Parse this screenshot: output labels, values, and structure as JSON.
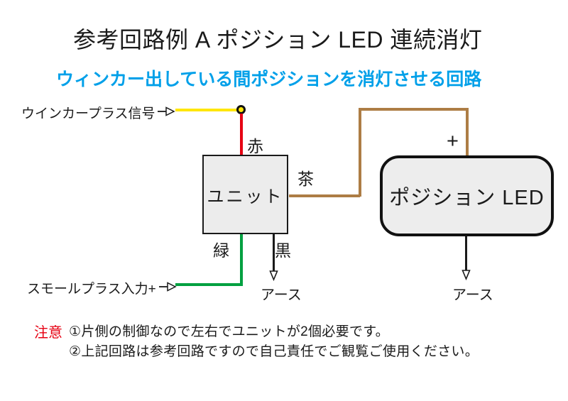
{
  "title": "参考回路例 A ポジション LED 連続消灯",
  "subtitle": "ウィンカー出している間ポジションを消灯させる回路",
  "inputs": {
    "winker_signal": "ウインカープラス信号",
    "small_plus": "スモールプラス入力+"
  },
  "components": {
    "unit": "ユニット",
    "led": "ポジション LED"
  },
  "wire_labels": {
    "red": "赤",
    "brown": "茶",
    "green": "緑",
    "black": "黒",
    "plus": "+",
    "ground_unit": "アース",
    "ground_led": "アース"
  },
  "notes": {
    "heading": "注意",
    "line1": "①片側の制御なので左右でユニットが2個必要です。",
    "line2": "②上記回路は参考回路ですので自己責任でご観覧ご使用ください。"
  },
  "colors": {
    "subtitle_blue": "#00a0e9",
    "notice_red": "#e60012",
    "wire_yellow": "#ffe60a",
    "wire_red": "#e60012",
    "wire_brown": "#ad7d45",
    "wire_green": "#00a040",
    "wire_black": "#1a1a1a",
    "box_fill": "#ececec"
  }
}
